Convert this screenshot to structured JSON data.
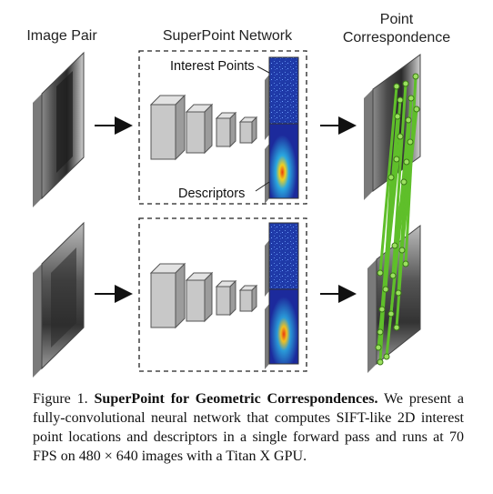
{
  "headings": {
    "image_pair": "Image Pair",
    "network": "SuperPoint Network",
    "correspondence_line1": "Point",
    "correspondence_line2": "Correspondence"
  },
  "labels": {
    "interest_points": "Interest Points",
    "descriptors": "Descriptors"
  },
  "caption": {
    "prefix": "Figure 1. ",
    "bold": "SuperPoint for Geometric Correspondences.",
    "text": " We present a fully-convolutional neural network that computes SIFT-like 2D interest point locations and descriptors in a single forward pass and runs at 70 FPS on 480 × 640 images with a Titan X GPU."
  },
  "colors": {
    "match_line": "#5fbf2a",
    "match_point": "#9be060",
    "heatmap_bg": "#1c2a9c",
    "heatmap_hot": "#e83a10",
    "layer_fill": "#c8c8c8"
  }
}
